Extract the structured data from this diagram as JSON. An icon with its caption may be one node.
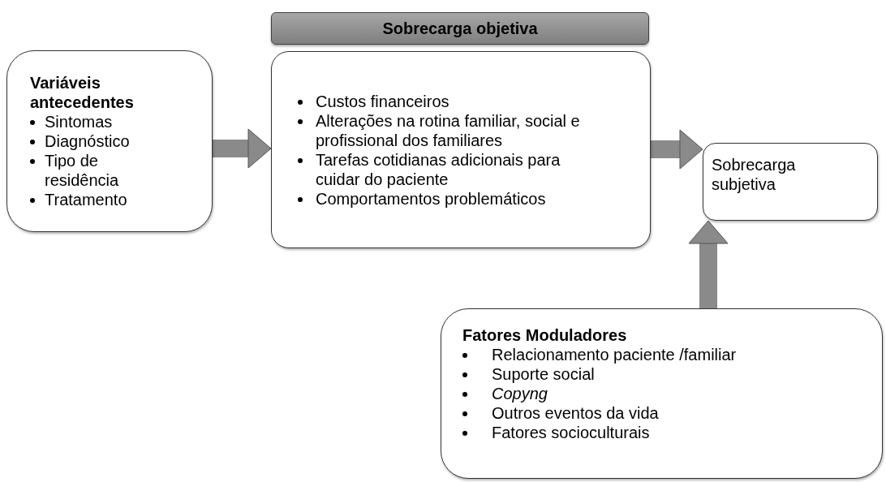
{
  "diagram": {
    "nodes": [
      {
        "text": [
          "Variáveis antecedentes",
          "Sintomas",
          "Diagnóstico",
          "Tipo de residência",
          "Tratamento"
        ]
      },
      {
        "text": [
          "Sobrecarga objetiva"
        ]
      },
      {
        "text": [
          "Custos financeiros",
          "Alterações na rotina familiar, social e profissional dos familiares",
          "Tarefas cotidianas adicionais para cuidar do paciente",
          "Comportamentos problemáticos"
        ]
      },
      {
        "text": [
          "Sobrecarga subjetiva"
        ]
      },
      {
        "text": [
          "Fatores Moduladores",
          "Relacionamento paciente /familiar",
          "Suporte social",
          "*Copyng*",
          "Outros eventos da vida",
          "Fatores socioculturais"
        ]
      }
    ],
    "edges": [
      {
        "from": 0,
        "to": 2,
        "arrow": "to"
      },
      {
        "from": 2,
        "to": 3,
        "arrow": "to"
      },
      {
        "from": 4,
        "to": 3,
        "arrow": "to"
      }
    ]
  }
}
